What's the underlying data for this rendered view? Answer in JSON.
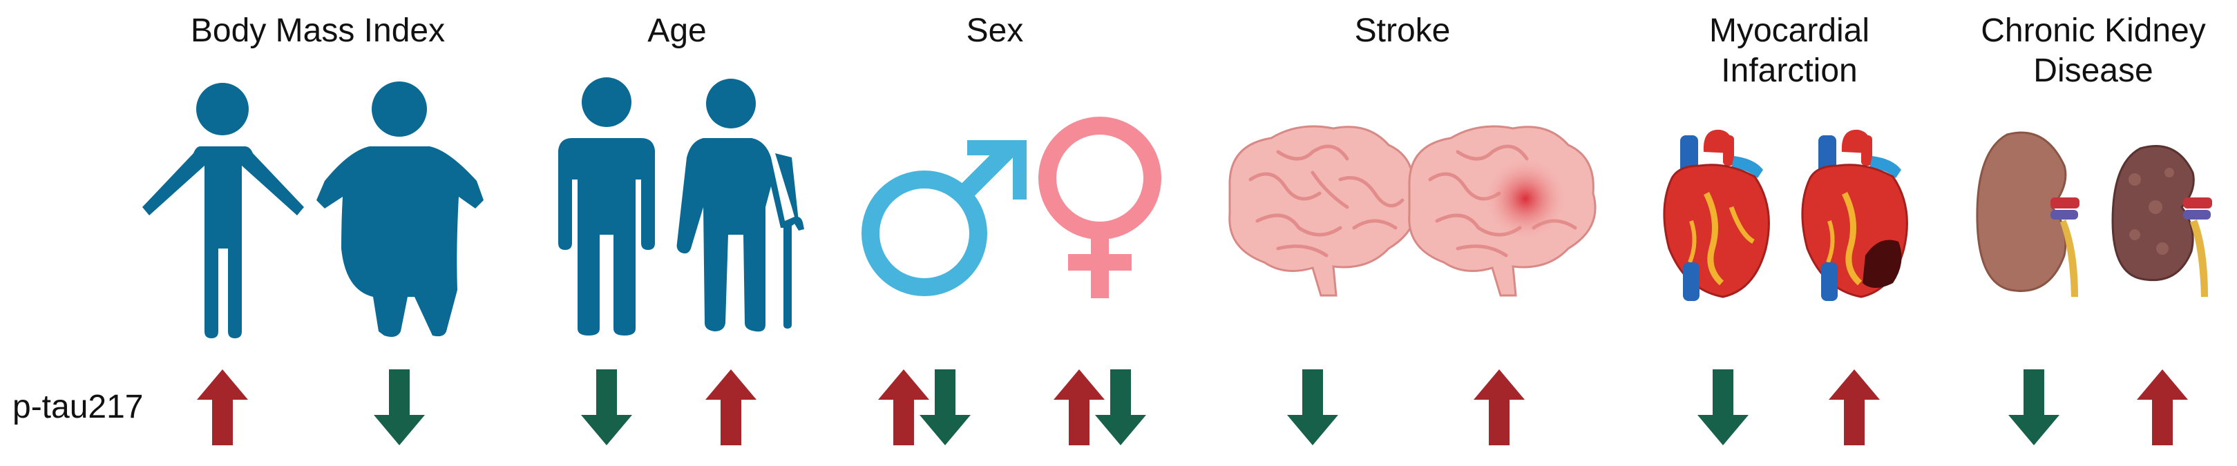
{
  "panels": [
    {
      "title": "Body Mass Index",
      "subjects": [
        "thin-person",
        "obese-person"
      ],
      "arrows": [
        [
          "up"
        ],
        [
          "down"
        ]
      ]
    },
    {
      "title": "Age",
      "subjects": [
        "young-person",
        "elderly-person-with-cane"
      ],
      "arrows": [
        [
          "down"
        ],
        [
          "up"
        ]
      ]
    },
    {
      "title": "Sex",
      "subjects": [
        "male-symbol",
        "female-symbol"
      ],
      "arrows": [
        [
          "up",
          "down"
        ],
        [
          "up",
          "down"
        ]
      ]
    },
    {
      "title": "Stroke",
      "subjects": [
        "healthy-brain",
        "stroke-brain"
      ],
      "arrows": [
        [
          "down"
        ],
        [
          "up"
        ]
      ]
    },
    {
      "title": "Myocardial\nInfarction",
      "subjects": [
        "healthy-heart",
        "infarcted-heart"
      ],
      "arrows": [
        [
          "down"
        ],
        [
          "up"
        ]
      ]
    },
    {
      "title": "Chronic Kidney\nDisease",
      "subjects": [
        "healthy-kidney",
        "diseased-kidney"
      ],
      "arrows": [
        [
          "down"
        ],
        [
          "up"
        ]
      ]
    }
  ],
  "row_label": "p-tau217",
  "colors": {
    "person": "#0b6a94",
    "male": "#46b4dc",
    "female": "#f58b97",
    "arrow_up": "#a5262a",
    "arrow_down": "#17604a",
    "brain": "#f4b8b4",
    "heart": "#d8302a",
    "kidney": "#a77060",
    "kidney_diseased": "#7a4a48"
  }
}
